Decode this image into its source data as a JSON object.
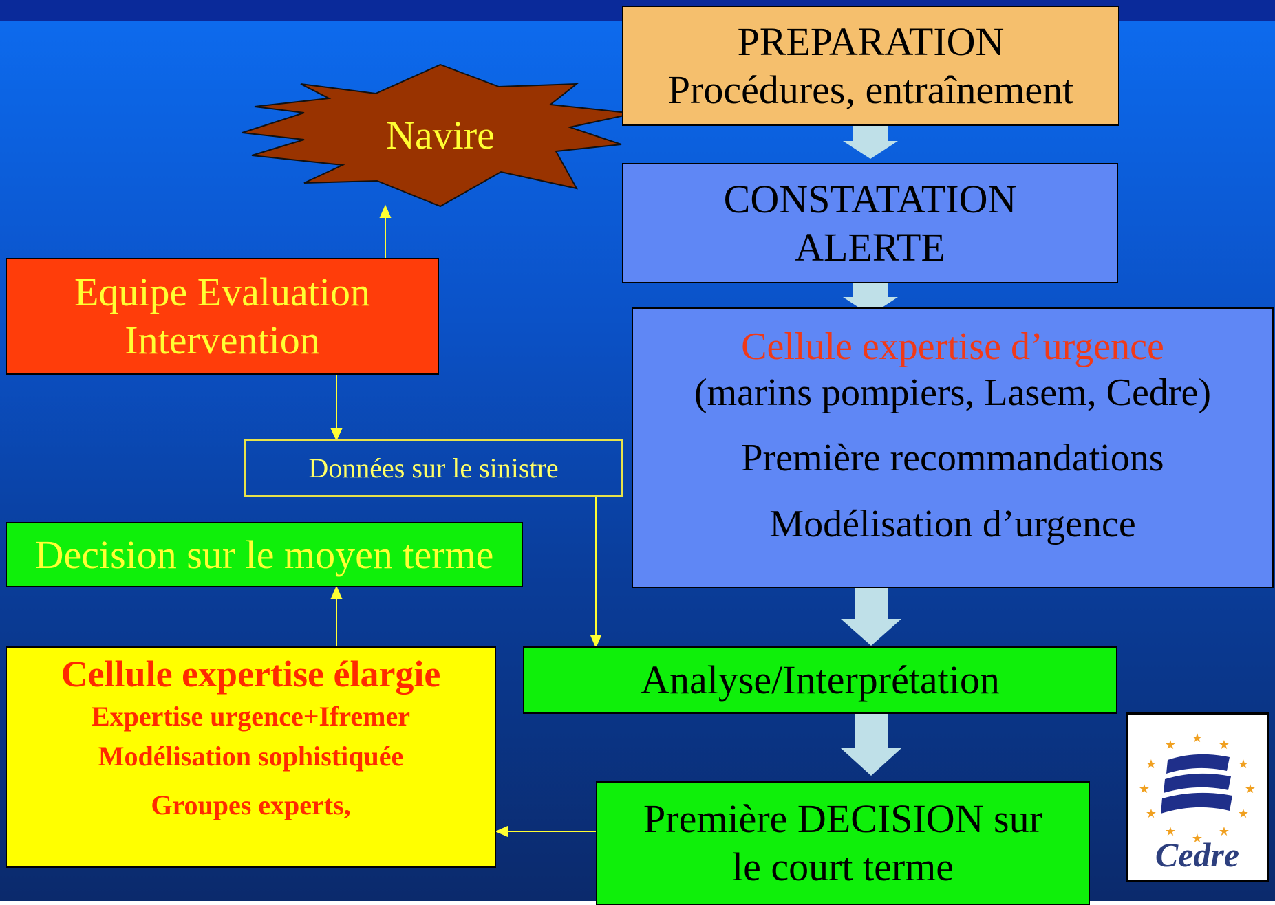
{
  "preparation": {
    "line1": "PREPARATION",
    "line2": "Procédures, entraînement"
  },
  "constatation": {
    "line1": "CONSTATATION",
    "line2": "ALERTE"
  },
  "cellule_urgence": {
    "title": "Cellule expertise d’urgence",
    "members": "(marins pompiers, Lasem, Cedre)",
    "line2": "Première recommandations",
    "line3": "Modélisation d’urgence"
  },
  "navire": {
    "label": "Navire"
  },
  "equipe": {
    "line1": "Equipe Evaluation",
    "line2": "Intervention"
  },
  "donnees": {
    "label": "Données sur le sinistre"
  },
  "decision_moyen": {
    "label": "Decision sur le moyen terme"
  },
  "cellule_elargie": {
    "title": "Cellule expertise élargie",
    "line1": "Expertise urgence+Ifremer",
    "line2": "Modélisation sophistiquée",
    "line3": "Groupes experts,"
  },
  "analyse": {
    "label": "Analyse/Interprétation"
  },
  "premiere_decision": {
    "line1": "Première DECISION sur",
    "line2": "le court terme"
  },
  "logo": {
    "name": "Cedre"
  },
  "colors": {
    "background_top": "#0d6cf0",
    "background_bottom": "#0b2a6c",
    "preparation": "#f5bf6d",
    "blue_box": "#5f87f5",
    "red_box": "#ff3d0a",
    "green_box": "#0ff00a",
    "yellow_box": "#ffff00",
    "star": "#993300",
    "block_arrow": "#bfe0e8",
    "thin_arrow": "#ffff33",
    "label_yellow": "#ffff33",
    "label_red": "#f03a18"
  }
}
